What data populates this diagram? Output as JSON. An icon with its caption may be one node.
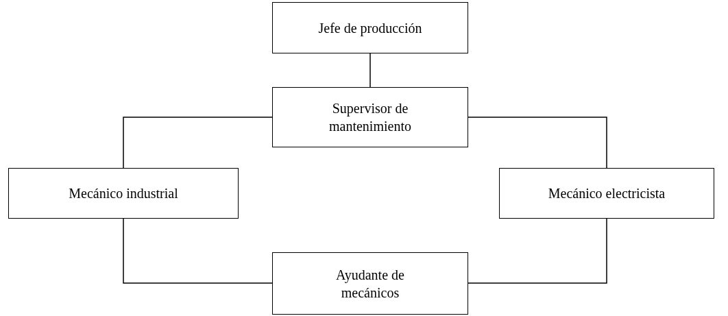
{
  "diagram": {
    "nodes": [
      {
        "text": [
          "Jefe de producción"
        ]
      },
      {
        "text": [
          "Supervisor de mantenimiento"
        ]
      },
      {
        "text": [
          "Mecánico industrial"
        ]
      },
      {
        "text": [
          "Mecánico electricista"
        ]
      },
      {
        "text": [
          "Ayudante de mecánicos"
        ]
      }
    ],
    "edges": [
      {
        "from": 0,
        "to": 1,
        "arrow": "none"
      },
      {
        "from": 1,
        "to": 2,
        "arrow": "none"
      },
      {
        "from": 1,
        "to": 3,
        "arrow": "none"
      },
      {
        "from": 2,
        "to": 4,
        "arrow": "none"
      },
      {
        "from": 3,
        "to": 4,
        "arrow": "none"
      }
    ]
  }
}
